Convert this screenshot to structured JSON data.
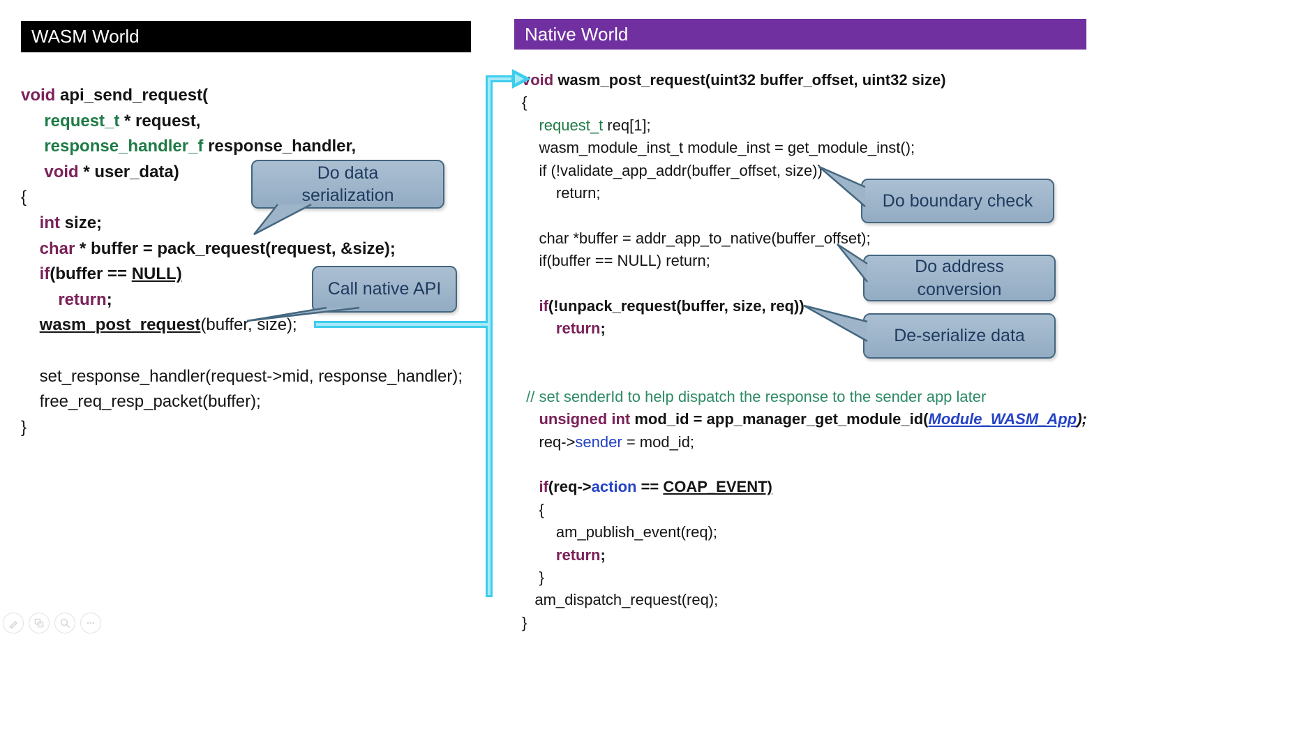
{
  "headers": {
    "wasm": "WASM World",
    "native": "Native World"
  },
  "colors": {
    "header-wasm-bg": "#000000",
    "header-native-bg": "#7030A0",
    "header-text": "#FFFFFF",
    "code-text": "#141414",
    "kw": "#7B2159",
    "typ": "#1E7B46",
    "com": "#2D8A64",
    "blu": "#2543C5",
    "arrow-cyan": "#3FCDEC",
    "arrow-cyan-light": "#A6EAF9",
    "callout-bg": "#9EB4C9",
    "callout-border": "#44677F",
    "callout-text": "#1F3A5F"
  },
  "wasm_code": {
    "lines": [
      [
        {
          "t": "void ",
          "c": "kw b"
        },
        {
          "t": "api_send_request(",
          "c": "b"
        }
      ],
      [
        {
          "t": "     ",
          "c": ""
        },
        {
          "t": "request_t ",
          "c": "typ b"
        },
        {
          "t": "* request,",
          "c": "b"
        }
      ],
      [
        {
          "t": "     ",
          "c": ""
        },
        {
          "t": "response_handler_f ",
          "c": "typ b"
        },
        {
          "t": "response_handler,",
          "c": "b"
        }
      ],
      [
        {
          "t": "     ",
          "c": ""
        },
        {
          "t": "void ",
          "c": "kw b"
        },
        {
          "t": "* user_data)",
          "c": "b"
        }
      ],
      [
        {
          "t": "{",
          "c": ""
        }
      ],
      [
        {
          "t": "    ",
          "c": ""
        },
        {
          "t": "int ",
          "c": "kw b"
        },
        {
          "t": "size;",
          "c": "b"
        }
      ],
      [
        {
          "t": "    ",
          "c": ""
        },
        {
          "t": "char ",
          "c": "kw b"
        },
        {
          "t": "* buffer = pack_request(request, &size);",
          "c": "b"
        }
      ],
      [
        {
          "t": "    ",
          "c": ""
        },
        {
          "t": "if",
          "c": "kw b"
        },
        {
          "t": "(buffer == ",
          "c": "b"
        },
        {
          "t": "NULL)",
          "c": "b u"
        }
      ],
      [
        {
          "t": "        ",
          "c": ""
        },
        {
          "t": "return",
          "c": "kw b"
        },
        {
          "t": ";",
          "c": "b"
        }
      ],
      [
        {
          "t": "    ",
          "c": ""
        },
        {
          "t": "wasm_post_request",
          "c": "b u"
        },
        {
          "t": "(buffer, size);",
          "c": ""
        }
      ],
      [],
      [
        {
          "t": "    set_response_handler(request->mid, response_handler);",
          "c": ""
        }
      ],
      [
        {
          "t": "    free_req_resp_packet(buffer);",
          "c": ""
        }
      ],
      [
        {
          "t": "}",
          "c": ""
        }
      ]
    ]
  },
  "native_code": {
    "lines": [
      [
        {
          "t": "void ",
          "c": "kw b"
        },
        {
          "t": "wasm_post_request(uint32 buffer_offset, uint32 size)",
          "c": "b"
        }
      ],
      [
        {
          "t": "{",
          "c": ""
        }
      ],
      [
        {
          "t": "    ",
          "c": ""
        },
        {
          "t": "request_t ",
          "c": "typ"
        },
        {
          "t": "req[1];",
          "c": ""
        }
      ],
      [
        {
          "t": "    wasm_module_inst_t module_inst = get_module_inst();",
          "c": ""
        }
      ],
      [
        {
          "t": "    if (!validate_app_addr(buffer_offset, size))",
          "c": ""
        }
      ],
      [
        {
          "t": "        return;",
          "c": ""
        }
      ],
      [],
      [
        {
          "t": "    char *buffer = addr_app_to_native(buffer_offset);",
          "c": ""
        }
      ],
      [
        {
          "t": "    if(buffer == NULL) return;",
          "c": ""
        }
      ],
      [],
      [
        {
          "t": "    ",
          "c": ""
        },
        {
          "t": "if",
          "c": "kw b"
        },
        {
          "t": "(!unpack_request(buffer, size, req))",
          "c": "b"
        }
      ],
      [
        {
          "t": "        ",
          "c": ""
        },
        {
          "t": "return",
          "c": "kw b"
        },
        {
          "t": ";",
          "c": "b"
        }
      ],
      [],
      [],
      [
        {
          "t": " ",
          "c": ""
        },
        {
          "t": "// set senderId to help dispatch the response to the sender app later",
          "c": "com"
        }
      ],
      [
        {
          "t": "    ",
          "c": ""
        },
        {
          "t": "unsigned int ",
          "c": "kw b"
        },
        {
          "t": "mod_id = app_manager_get_module_id(",
          "c": "b"
        },
        {
          "t": "Module_WASM_App",
          "c": "blu b i u"
        },
        {
          "t": ");",
          "c": "b i"
        }
      ],
      [
        {
          "t": "    req->",
          "c": ""
        },
        {
          "t": "sender",
          "c": "blu"
        },
        {
          "t": " = mod_id;",
          "c": ""
        }
      ],
      [],
      [
        {
          "t": "    ",
          "c": ""
        },
        {
          "t": "if",
          "c": "kw b"
        },
        {
          "t": "(req->",
          "c": "b"
        },
        {
          "t": "action",
          "c": "blu b"
        },
        {
          "t": " == ",
          "c": "b"
        },
        {
          "t": "COAP_EVENT)",
          "c": "b u"
        }
      ],
      [
        {
          "t": "    {",
          "c": ""
        }
      ],
      [
        {
          "t": "        am_publish_event(req);",
          "c": ""
        }
      ],
      [
        {
          "t": "        ",
          "c": ""
        },
        {
          "t": "return",
          "c": "kw b"
        },
        {
          "t": ";",
          "c": "b"
        }
      ],
      [
        {
          "t": "    }",
          "c": ""
        }
      ],
      [
        {
          "t": "   am_dispatch_request(req);",
          "c": ""
        }
      ],
      [
        {
          "t": "}",
          "c": ""
        }
      ]
    ]
  },
  "callouts": [
    {
      "id": "do-data-serialization",
      "lines": [
        "Do data",
        "serialization"
      ]
    },
    {
      "id": "call-native-api",
      "lines": [
        "Call native API"
      ]
    },
    {
      "id": "do-boundary-check",
      "lines": [
        "Do boundary check"
      ]
    },
    {
      "id": "do-address-conversion",
      "lines": [
        "Do address",
        "conversion"
      ]
    },
    {
      "id": "de-serialize-data",
      "lines": [
        "De-serialize data"
      ]
    }
  ],
  "toolbar": {
    "buttons": [
      {
        "icon": "pen-icon"
      },
      {
        "icon": "see-all-slides-icon"
      },
      {
        "icon": "zoom-icon"
      },
      {
        "icon": "more-options-icon"
      }
    ]
  }
}
